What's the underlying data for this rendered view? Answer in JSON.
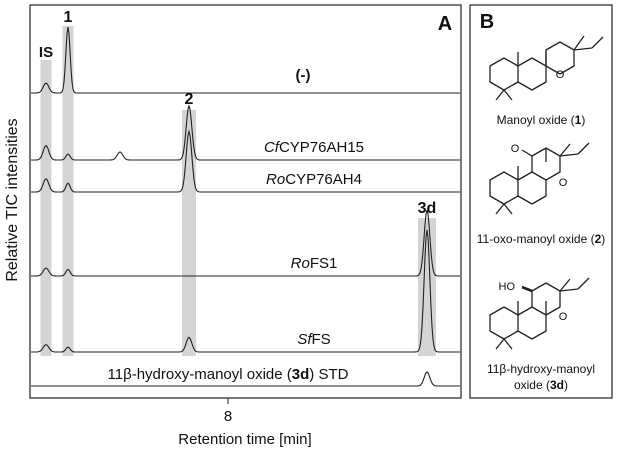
{
  "panel_a": {
    "letter": "A",
    "ylabel": "Relative TIC intensities",
    "xlabel": "Retention time [min]",
    "xtick": "8",
    "highlights": [
      {
        "label": "IS"
      },
      {
        "label": "1"
      },
      {
        "label": "2"
      },
      {
        "label": "3d"
      }
    ]
  },
  "panel_b": {
    "letter": "B",
    "compounds": [
      {
        "name_pre": "Manoyl oxide (",
        "num": "1",
        "name_post": ")"
      },
      {
        "name_pre": "11-oxo-manoyl oxide (",
        "num": "2",
        "name_post": ")"
      },
      {
        "name_line1": "11β-hydroxy-manoyl",
        "name_pre": "oxide (",
        "num": "3d",
        "name_post": ")"
      }
    ],
    "atom_labels": {
      "o": "O",
      "oxo": "O",
      "ho": "HO"
    }
  },
  "chart_data": {
    "type": "line",
    "title": "",
    "xlabel": "Retention time [min]",
    "ylabel": "Relative TIC intensities",
    "x_ticks": [
      "8"
    ],
    "peaks": [
      "IS",
      "1",
      "2",
      "3d"
    ],
    "series": [
      {
        "name": "(-)",
        "name_it": "",
        "name_rest": "(-)",
        "peaks": {
          "IS": 0.15,
          "1": 1.0
        }
      },
      {
        "name": "CfCYP76AH15",
        "name_it": "Cf",
        "name_rest": "CYP76AH15",
        "peaks": {
          "IS": 0.12,
          "1": 0.05,
          "2": 0.45
        }
      },
      {
        "name": "RoCYP76AH4",
        "name_it": "Ro",
        "name_rest": "CYP76AH4",
        "peaks": {
          "IS": 0.12,
          "1": 0.08,
          "2": 0.55
        }
      },
      {
        "name": "RoFS1",
        "name_it": "Ro",
        "name_rest": "FS1",
        "peaks": {
          "IS": 0.12,
          "1": 0.1,
          "3d": 1.0
        }
      },
      {
        "name": "SfFS",
        "name_it": "Sf",
        "name_rest": "FS",
        "peaks": {
          "IS": 0.06,
          "1": 0.04,
          "2": 0.12,
          "3d": 1.0
        }
      },
      {
        "name": "11β-hydroxy-manoyl oxide (3d) STD",
        "name_it": "",
        "name_rest": "11β-hydroxy-manoyl oxide (3d) STD",
        "peaks": {
          "3d": 0.2
        }
      }
    ]
  }
}
